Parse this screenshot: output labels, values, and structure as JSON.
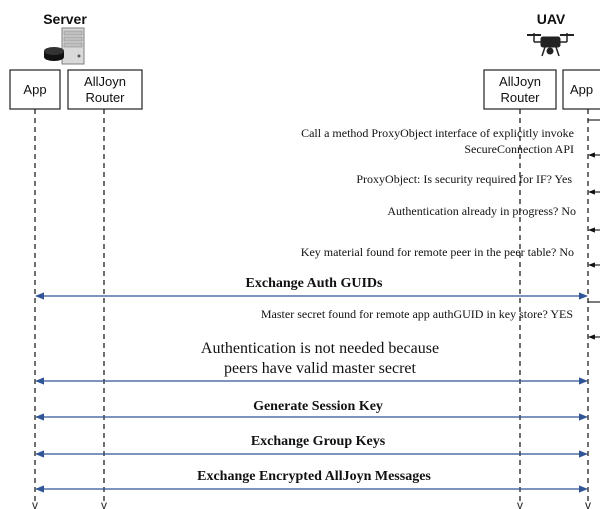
{
  "participants": {
    "server_title": "Server",
    "uav_title": "UAV",
    "server_app": "App",
    "server_router_line1": "AllJoyn",
    "server_router_line2": "Router",
    "uav_router_line1": "AllJoyn",
    "uav_router_line2": "Router",
    "uav_app": "App"
  },
  "steps": [
    {
      "line1": "Call a method ProxyObject interface of explicitly invoke",
      "line2": "SecureConnection API"
    },
    {
      "text": "ProxyObject: Is security required for IF? Yes"
    },
    {
      "text": "Authentication already in progress? No"
    },
    {
      "text": "Key material found for remote peer in the peer table? No"
    },
    {
      "text": "Master secret found for remote app authGUID in key store? YES"
    }
  ],
  "exchanges": [
    {
      "text": "Exchange Auth GUIDs"
    },
    {
      "line1": "Authentication is not needed because",
      "line2": "peers have valid master secret"
    },
    {
      "text": "Generate Session Key"
    },
    {
      "text": "Exchange Group Keys"
    },
    {
      "text": "Exchange Encrypted AllJoyn Messages"
    }
  ],
  "colors": {
    "exchange_arrow": "#2f5597",
    "lifeline": "#222222",
    "box_stroke": "#222222"
  },
  "icons": {
    "server": "server-icon",
    "uav": "drone-icon"
  }
}
